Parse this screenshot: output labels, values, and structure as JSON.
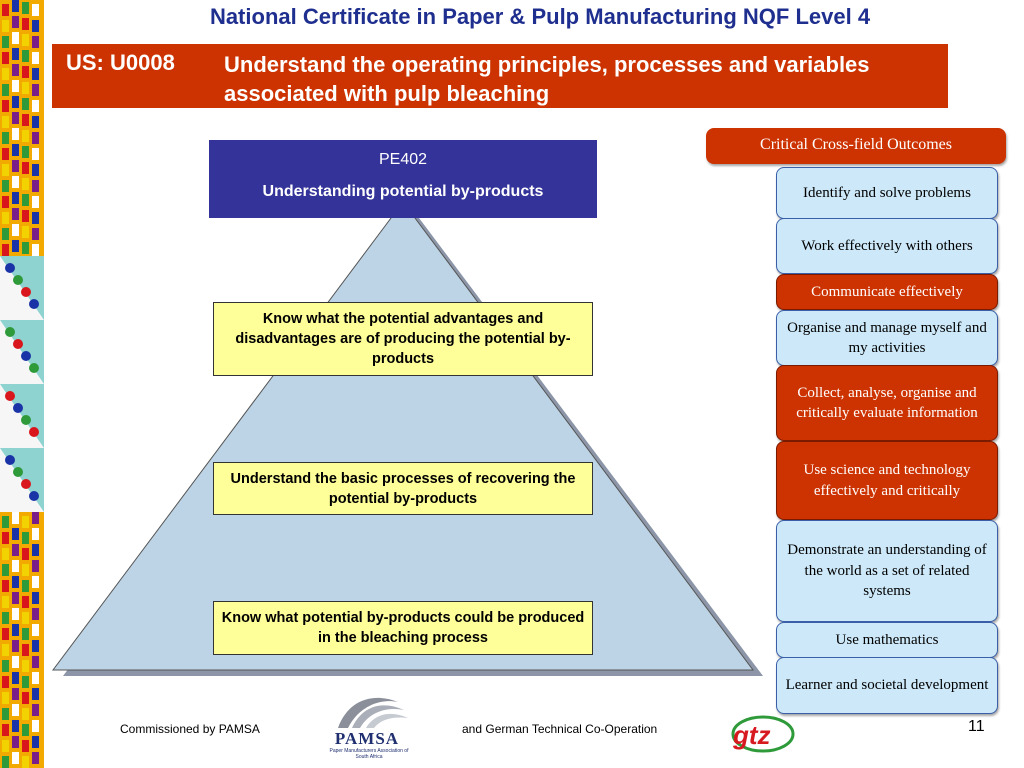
{
  "slide": {
    "title": "National Certificate in Paper & Pulp Manufacturing NQF Level 4",
    "unit_code": "US: U0008",
    "unit_title": "Understand the operating principles, processes and variables associated with pulp bleaching",
    "page_number": "11"
  },
  "pyramid": {
    "code": "PE402",
    "title": "Understanding potential by-products",
    "outcomes": [
      "Know what the potential advantages and disadvantages are of producing the potential by-products",
      "Understand the basic processes of recovering the potential by-products",
      "Know what potential by-products could be produced in the bleaching process"
    ]
  },
  "cco": {
    "header": "Critical Cross-field Outcomes",
    "items": [
      {
        "label": "Identify and solve problems",
        "highlighted": false
      },
      {
        "label": "Work effectively with others",
        "highlighted": false
      },
      {
        "label": "Communicate effectively",
        "highlighted": true
      },
      {
        "label": "Organise and manage myself and my activities",
        "highlighted": false
      },
      {
        "label": "Collect, analyse, organise and critically evaluate information",
        "highlighted": true
      },
      {
        "label": "Use science and technology effectively and critically",
        "highlighted": true
      },
      {
        "label": "Demonstrate an understanding of the world as a set of related systems",
        "highlighted": false
      },
      {
        "label": "Use mathematics",
        "highlighted": false
      },
      {
        "label": "Learner and societal development",
        "highlighted": false
      }
    ]
  },
  "footer": {
    "left_text": "Commissioned by PAMSA",
    "right_text": "and German Technical Co-Operation",
    "pamsa_logo_text": "PAMSA",
    "pamsa_logo_subtext": "Paper Manufacturers Association of South Africa",
    "gtz_logo_text": "gtz"
  },
  "colors": {
    "title_blue": "#1f2f8f",
    "unit_bar_red": "#cc3300",
    "pe_box_blue": "#333399",
    "outcome_yellow": "#ffff99",
    "cco_blue": "#cde9f9",
    "cco_red": "#cc3300"
  }
}
